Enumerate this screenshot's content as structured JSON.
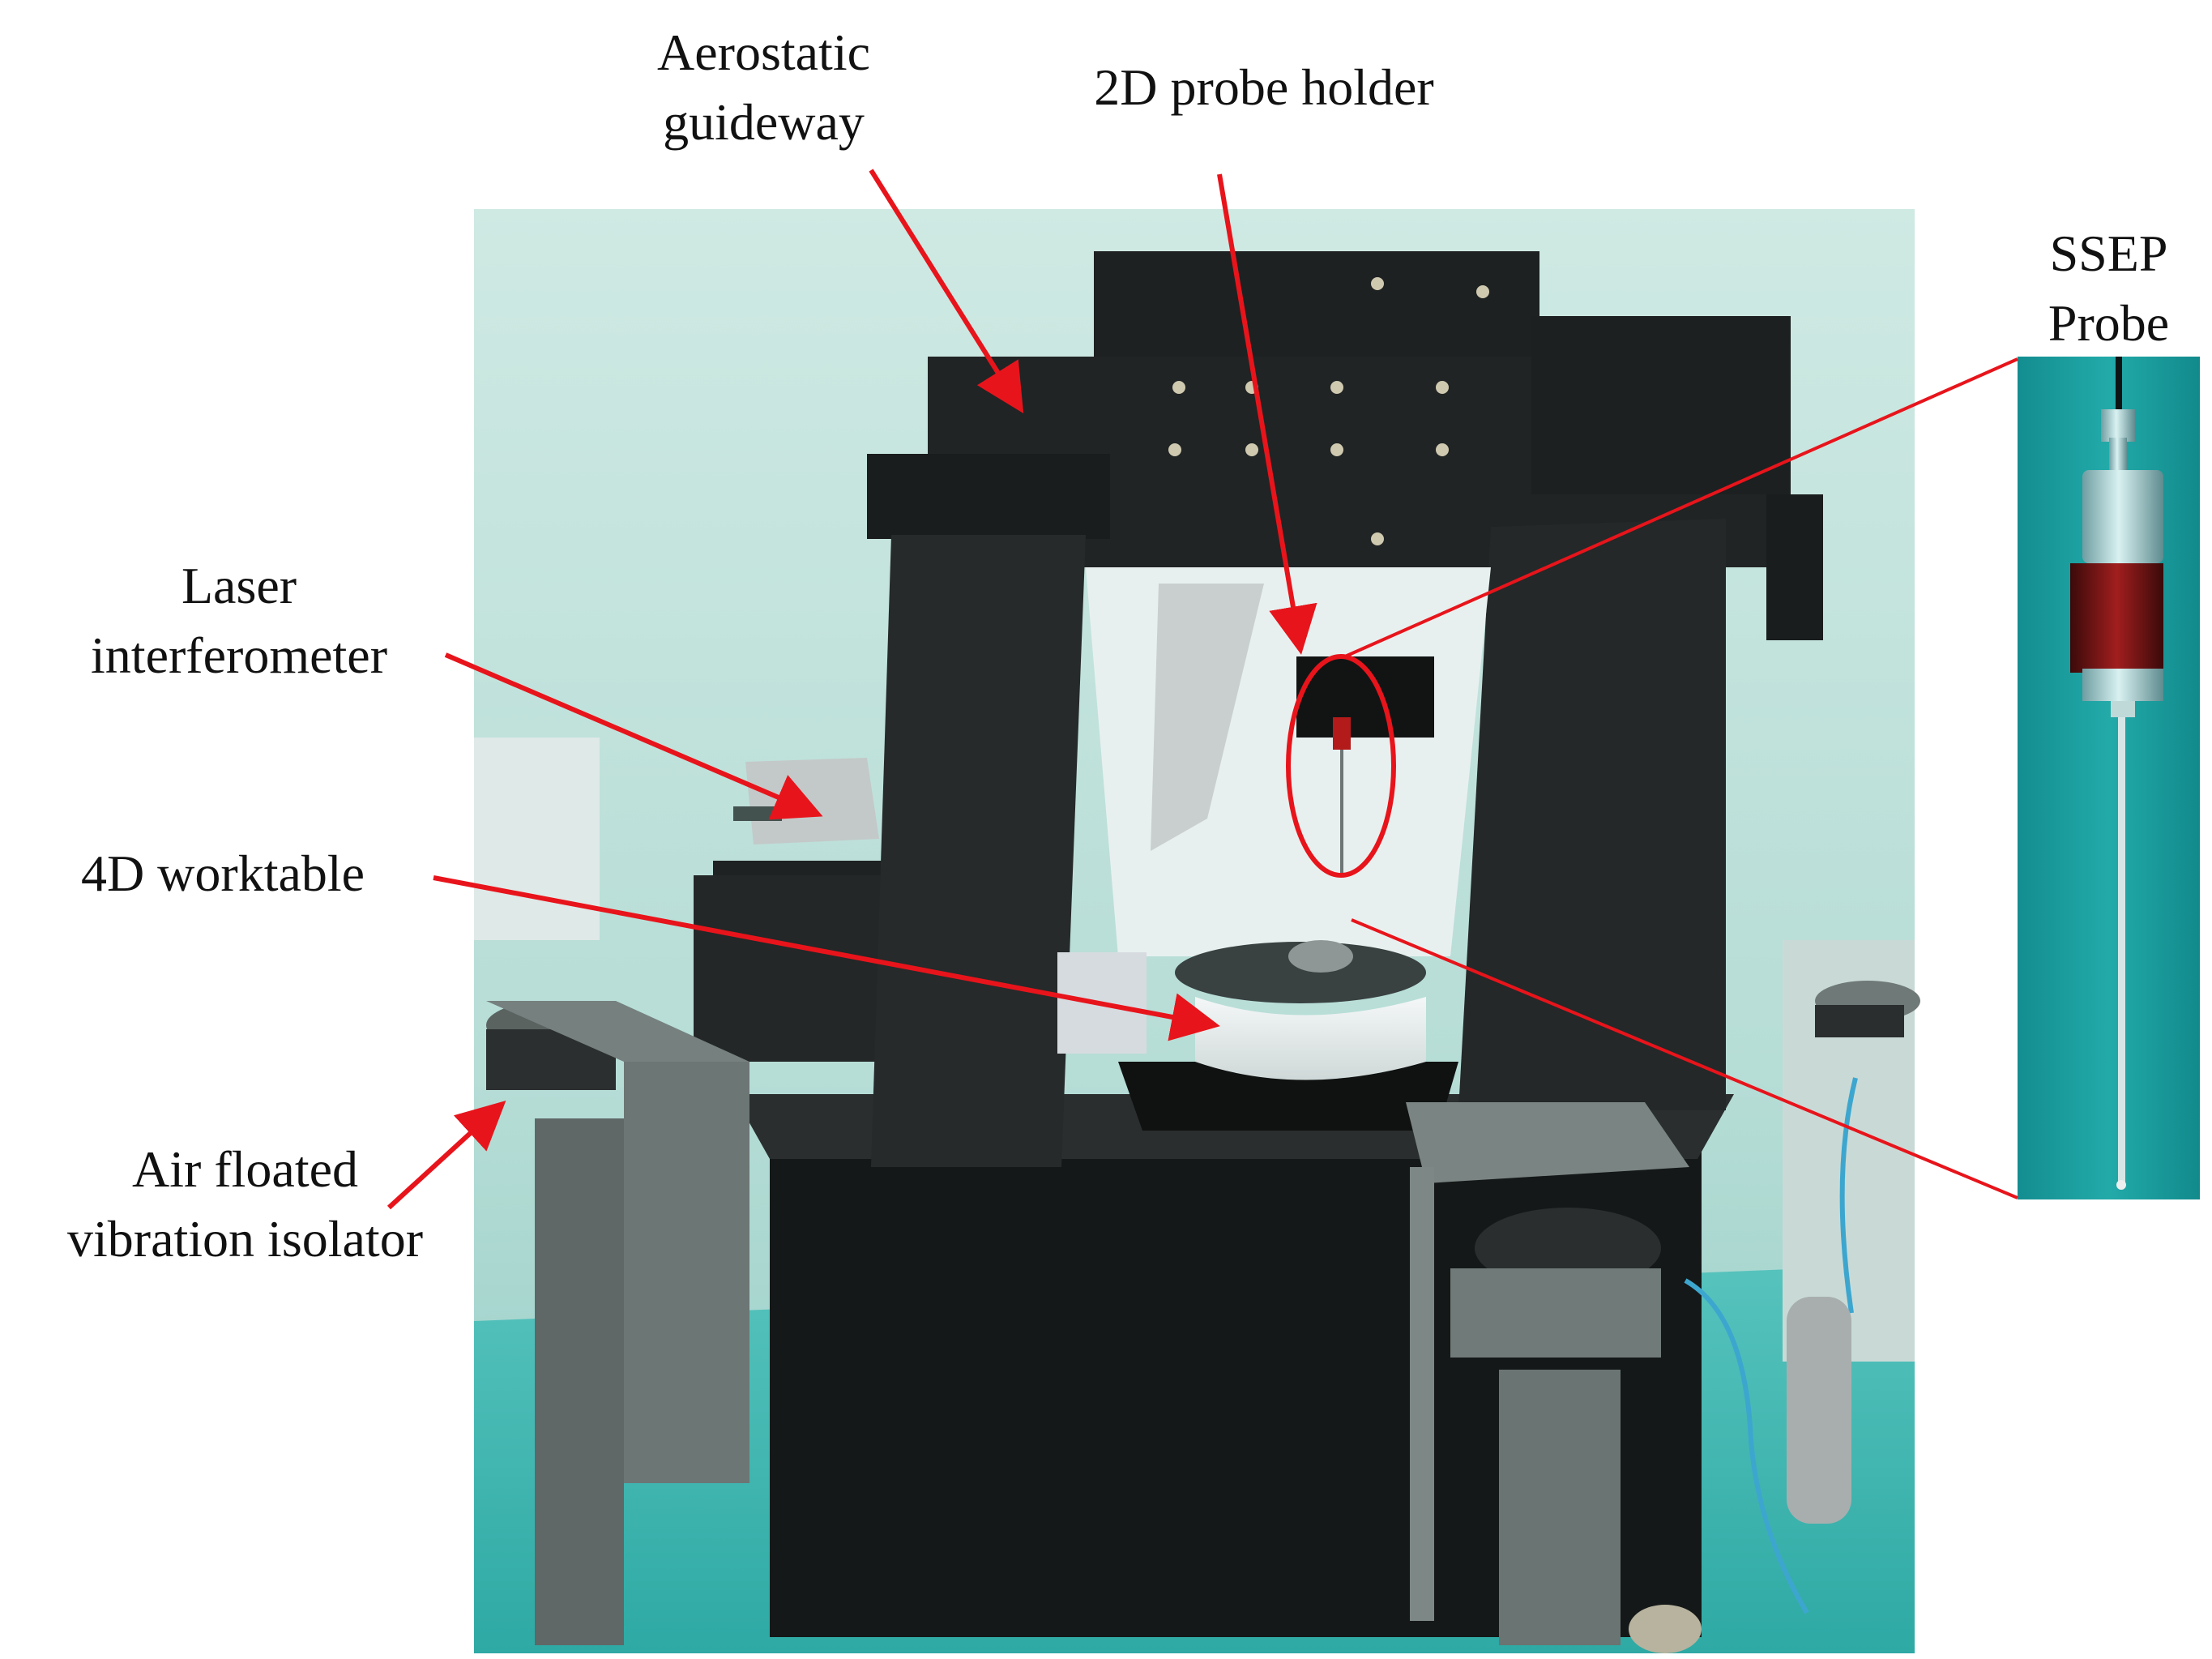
{
  "labels": {
    "aerostatic_guideway": [
      "Aerostatic",
      "guideway"
    ],
    "probe_holder": "2D probe holder",
    "ssep_probe": [
      "SSEP",
      "Probe"
    ],
    "laser_interferometer": [
      "Laser",
      "interferometer"
    ],
    "worktable": "4D worktable",
    "vibration_isolator": [
      "Air floated",
      "vibration isolator"
    ]
  },
  "colors": {
    "annotation": "#e8141b",
    "wall": "#bfe3dc",
    "floor": "#3fb7b2",
    "granite": "#1c1f1f",
    "isolator_housing": "#6f7d7b",
    "probe_background": "#1a9ea0"
  }
}
